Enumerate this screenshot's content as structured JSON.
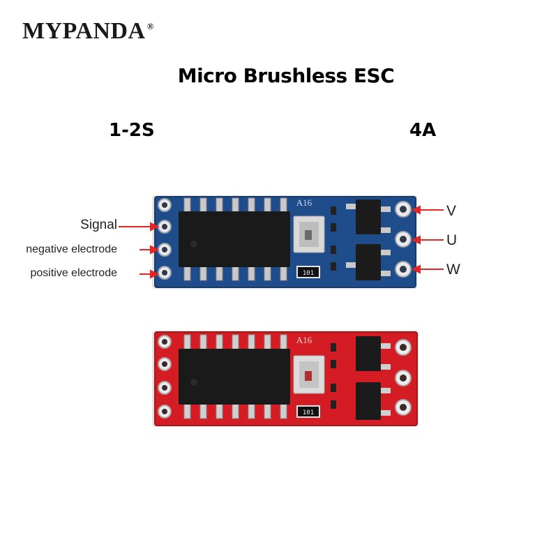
{
  "brand": {
    "name": "MYPANDA",
    "mark": "®"
  },
  "title": "Micro Brushless ESC",
  "specs": {
    "cells": "1-2S",
    "current": "4A"
  },
  "board_marking": "A16",
  "resistor_marking": "101",
  "labels": {
    "signal": "Signal",
    "negative": "negative electrode",
    "positive": "positive electrode",
    "v": "V",
    "u": "U",
    "w": "W"
  },
  "colors": {
    "blue_pcb": "#1f4d8c",
    "red_pcb": "#d41c24",
    "arrow": "#e52521"
  }
}
